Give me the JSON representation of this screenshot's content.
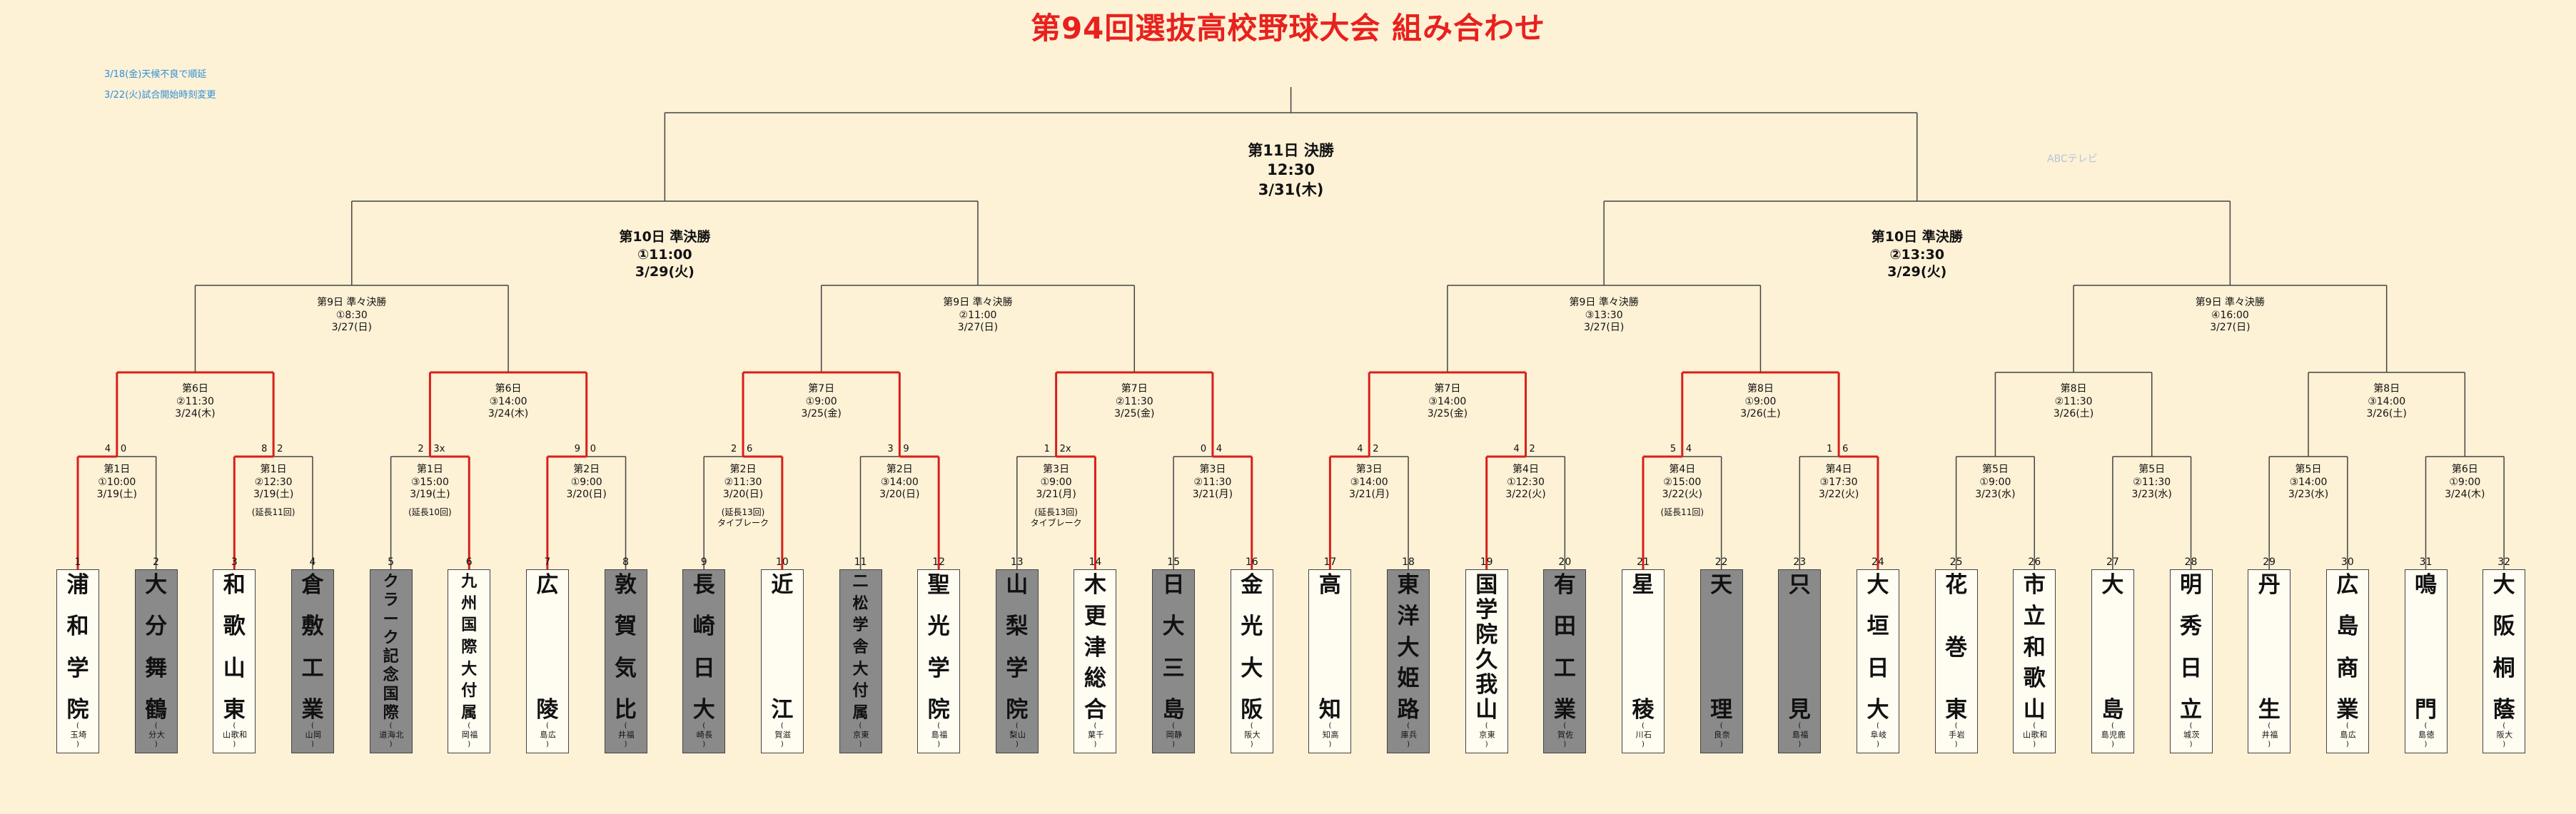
{
  "title": "第94回選抜高校野球大会 組み合わせ",
  "notes": [
    "3/18(金)天候不良で順延",
    "3/22(火)試合開始時刻変更"
  ],
  "watermark": "ABCテレビ",
  "colors": {
    "title": "#e8211d",
    "win_line": "#d6201b",
    "line": "#444444",
    "note": "#2f8fd6",
    "background": "#fdf1d6"
  },
  "teams": [
    {
      "seed": "1",
      "name": "浦和学院",
      "pref": "埼玉",
      "dark": false
    },
    {
      "seed": "2",
      "name": "大分舞鶴",
      "pref": "大分",
      "dark": true
    },
    {
      "seed": "3",
      "name": "和歌山東",
      "pref": "和歌山",
      "dark": false
    },
    {
      "seed": "4",
      "name": "倉敷工業",
      "pref": "岡山",
      "dark": true
    },
    {
      "seed": "5",
      "name": "クラーク記念国際",
      "pref": "北海道",
      "dark": true
    },
    {
      "seed": "6",
      "name": "九州国際大付属",
      "pref": "福岡",
      "dark": false
    },
    {
      "seed": "7",
      "name": "広陵",
      "pref": "広島",
      "dark": false
    },
    {
      "seed": "8",
      "name": "敦賀気比",
      "pref": "福井",
      "dark": true
    },
    {
      "seed": "9",
      "name": "長崎日大",
      "pref": "長崎",
      "dark": true
    },
    {
      "seed": "10",
      "name": "近江",
      "pref": "滋賀",
      "dark": false
    },
    {
      "seed": "11",
      "name": "二松学舎大付属",
      "pref": "東京",
      "dark": true
    },
    {
      "seed": "12",
      "name": "聖光学院",
      "pref": "福島",
      "dark": false
    },
    {
      "seed": "13",
      "name": "山梨学院",
      "pref": "山梨",
      "dark": true
    },
    {
      "seed": "14",
      "name": "木更津総合",
      "pref": "千葉",
      "dark": false
    },
    {
      "seed": "15",
      "name": "日大三島",
      "pref": "静岡",
      "dark": true
    },
    {
      "seed": "16",
      "name": "金光大阪",
      "pref": "大阪",
      "dark": false
    },
    {
      "seed": "17",
      "name": "高知",
      "pref": "高知",
      "dark": false
    },
    {
      "seed": "18",
      "name": "東洋大姫路",
      "pref": "兵庫",
      "dark": true
    },
    {
      "seed": "19",
      "name": "国学院久我山",
      "pref": "東京",
      "dark": false
    },
    {
      "seed": "20",
      "name": "有田工業",
      "pref": "佐賀",
      "dark": true
    },
    {
      "seed": "21",
      "name": "星稜",
      "pref": "石川",
      "dark": false
    },
    {
      "seed": "22",
      "name": "天理",
      "pref": "奈良",
      "dark": true
    },
    {
      "seed": "23",
      "name": "只見",
      "pref": "福島",
      "dark": true
    },
    {
      "seed": "24",
      "name": "大垣日大",
      "pref": "岐阜",
      "dark": false
    },
    {
      "seed": "25",
      "name": "花巻東",
      "pref": "岩手",
      "dark": false
    },
    {
      "seed": "26",
      "name": "市立和歌山",
      "pref": "和歌山",
      "dark": false
    },
    {
      "seed": "27",
      "name": "大島",
      "pref": "鹿児島",
      "dark": false
    },
    {
      "seed": "28",
      "name": "明秀日立",
      "pref": "茨城",
      "dark": false
    },
    {
      "seed": "29",
      "name": "丹生",
      "pref": "福井",
      "dark": false
    },
    {
      "seed": "30",
      "name": "広島商業",
      "pref": "広島",
      "dark": false
    },
    {
      "seed": "31",
      "name": "鳴門",
      "pref": "徳島",
      "dark": false
    },
    {
      "seed": "32",
      "name": "大阪桐蔭",
      "pref": "大阪",
      "dark": false
    }
  ],
  "round1": [
    {
      "lines": [
        "第1日",
        "①10:00",
        "3/19(土)"
      ],
      "extra": "",
      "extra2": "",
      "scoreA": "4",
      "scoreB": "0",
      "winner": "A"
    },
    {
      "lines": [
        "第1日",
        "②12:30",
        "3/19(土)"
      ],
      "extra": "(延長11回)",
      "extra2": "",
      "scoreA": "8",
      "scoreB": "2",
      "winner": "A"
    },
    {
      "lines": [
        "第1日",
        "③15:00",
        "3/19(土)"
      ],
      "extra": "(延長10回)",
      "extra2": "",
      "scoreA": "2",
      "scoreB": "3x",
      "winner": "B"
    },
    {
      "lines": [
        "第2日",
        "①9:00",
        "3/20(日)"
      ],
      "extra": "",
      "extra2": "",
      "scoreA": "9",
      "scoreB": "0",
      "winner": "A"
    },
    {
      "lines": [
        "第2日",
        "②11:30",
        "3/20(日)"
      ],
      "extra": "(延長13回)",
      "extra2": "タイブレーク",
      "scoreA": "2",
      "scoreB": "6",
      "winner": "B"
    },
    {
      "lines": [
        "第2日",
        "③14:00",
        "3/20(日)"
      ],
      "extra": "",
      "extra2": "",
      "scoreA": "3",
      "scoreB": "9",
      "winner": "B"
    },
    {
      "lines": [
        "第3日",
        "①9:00",
        "3/21(月)"
      ],
      "extra": "(延長13回)",
      "extra2": "タイブレーク",
      "scoreA": "1",
      "scoreB": "2x",
      "winner": "B"
    },
    {
      "lines": [
        "第3日",
        "②11:30",
        "3/21(月)"
      ],
      "extra": "",
      "extra2": "",
      "scoreA": "0",
      "scoreB": "4",
      "winner": "B"
    },
    {
      "lines": [
        "第3日",
        "③14:00",
        "3/21(月)"
      ],
      "extra": "",
      "extra2": "",
      "scoreA": "4",
      "scoreB": "2",
      "winner": "A"
    },
    {
      "lines": [
        "第4日",
        "①12:30",
        "3/22(火)"
      ],
      "extra": "",
      "extra2": "",
      "scoreA": "4",
      "scoreB": "2",
      "winner": "A"
    },
    {
      "lines": [
        "第4日",
        "②15:00",
        "3/22(火)"
      ],
      "extra": "(延長11回)",
      "extra2": "",
      "scoreA": "5",
      "scoreB": "4",
      "winner": "A"
    },
    {
      "lines": [
        "第4日",
        "③17:30",
        "3/22(火)"
      ],
      "extra": "",
      "extra2": "",
      "scoreA": "1",
      "scoreB": "6",
      "winner": "B"
    },
    {
      "lines": [
        "第5日",
        "①9:00",
        "3/23(水)"
      ],
      "extra": "",
      "extra2": "",
      "scoreA": "",
      "scoreB": "",
      "winner": ""
    },
    {
      "lines": [
        "第5日",
        "②11:30",
        "3/23(水)"
      ],
      "extra": "",
      "extra2": "",
      "scoreA": "",
      "scoreB": "",
      "winner": ""
    },
    {
      "lines": [
        "第5日",
        "③14:00",
        "3/23(水)"
      ],
      "extra": "",
      "extra2": "",
      "scoreA": "",
      "scoreB": "",
      "winner": ""
    },
    {
      "lines": [
        "第6日",
        "①9:00",
        "3/24(木)"
      ],
      "extra": "",
      "extra2": "",
      "scoreA": "",
      "scoreB": "",
      "winner": ""
    }
  ],
  "round2": [
    {
      "lines": [
        "第6日",
        "②11:30",
        "3/24(木)"
      ]
    },
    {
      "lines": [
        "第6日",
        "③14:00",
        "3/24(木)"
      ]
    },
    {
      "lines": [
        "第7日",
        "①9:00",
        "3/25(金)"
      ]
    },
    {
      "lines": [
        "第7日",
        "②11:30",
        "3/25(金)"
      ]
    },
    {
      "lines": [
        "第7日",
        "③14:00",
        "3/25(金)"
      ]
    },
    {
      "lines": [
        "第8日",
        "①9:00",
        "3/26(土)"
      ]
    },
    {
      "lines": [
        "第8日",
        "②11:30",
        "3/26(土)"
      ]
    },
    {
      "lines": [
        "第8日",
        "③14:00",
        "3/26(土)"
      ]
    }
  ],
  "quarter": [
    {
      "lines": [
        "第9日 準々決勝",
        "①8:30",
        "3/27(日)"
      ]
    },
    {
      "lines": [
        "第9日 準々決勝",
        "②11:00",
        "3/27(日)"
      ]
    },
    {
      "lines": [
        "第9日 準々決勝",
        "③13:30",
        "3/27(日)"
      ]
    },
    {
      "lines": [
        "第9日 準々決勝",
        "④16:00",
        "3/27(日)"
      ]
    }
  ],
  "semi": [
    {
      "lines": [
        "第10日 準決勝",
        "①11:00",
        "3/29(火)"
      ]
    },
    {
      "lines": [
        "第10日 準決勝",
        "②13:30",
        "3/29(火)"
      ]
    }
  ],
  "final": {
    "lines": [
      "第11日 決勝",
      "12:30",
      "3/31(木)"
    ]
  }
}
